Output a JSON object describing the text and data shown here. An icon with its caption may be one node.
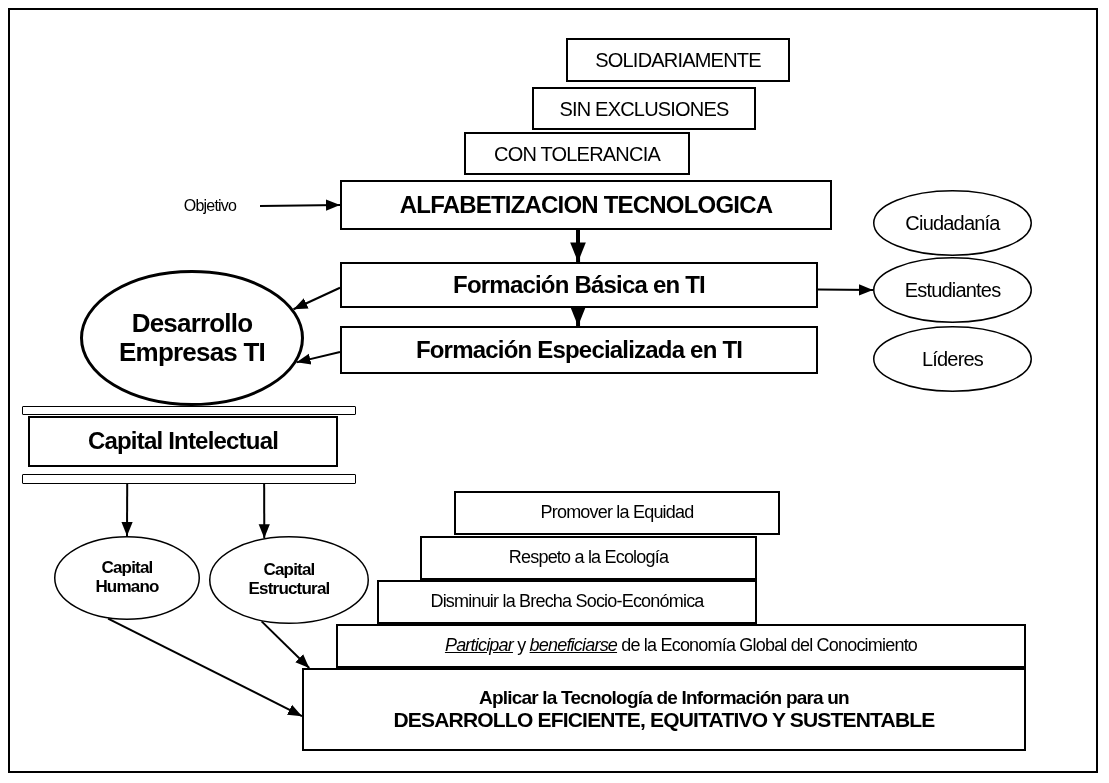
{
  "diagram": {
    "nodes": [
      {
        "text": [
          "SOLIDARIAMENTE"
        ]
      },
      {
        "text": [
          "SIN EXCLUSIONES"
        ]
      },
      {
        "text": [
          "CON TOLERANCIA"
        ]
      },
      {
        "text": [
          "Objetivo"
        ]
      },
      {
        "text": [
          "ALFABETIZACION TECNOLOGICA"
        ]
      },
      {
        "text": [
          "Formación Básica en TI"
        ]
      },
      {
        "text": [
          "Formación Especializada en TI"
        ]
      },
      {
        "text": [
          "Desarrollo Empresas TI"
        ]
      },
      {
        "text": [
          "Ciudadanía"
        ]
      },
      {
        "text": [
          "Estudiantes"
        ]
      },
      {
        "text": [
          "Líderes"
        ]
      },
      {
        "text": [],
        "shape": "bar"
      },
      {
        "text": [
          "Capital Intelectual"
        ]
      },
      {
        "text": [],
        "shape": "bar"
      },
      {
        "text": [
          "Capital Humano"
        ]
      },
      {
        "text": [
          "Capital Estructural"
        ]
      },
      {
        "text": [
          "Promover la Equidad"
        ]
      },
      {
        "text": [
          "Respeto a la Ecología"
        ]
      },
      {
        "text": [
          "Disminuir la Brecha Socio-Económica"
        ]
      },
      {
        "text": [
          "*Participar*  y *beneficiarse* de la Economía Global del Conocimiento"
        ]
      },
      {
        "text": [
          "Aplicar la Tecnología de Información para un",
          "DESARROLLO EFICIENTE, EQUITATIVO Y SUSTENTABLE"
        ]
      }
    ],
    "edges": [
      {
        "from": 3,
        "to": 4,
        "arrow": "to"
      },
      {
        "from": 4,
        "to": 5,
        "arrow": "to",
        "style": "thick"
      },
      {
        "from": 5,
        "to": 6,
        "arrow": "to",
        "style": "thick"
      },
      {
        "from": 5,
        "to": 7,
        "arrow": "to"
      },
      {
        "from": 6,
        "to": 7,
        "arrow": "to"
      },
      {
        "from": 5,
        "to": 9,
        "arrow": "to"
      },
      {
        "from": 13,
        "to": 14,
        "arrow": "to"
      },
      {
        "from": 13,
        "to": 15,
        "arrow": "to"
      },
      {
        "from": 14,
        "to": 20,
        "arrow": "to"
      },
      {
        "from": 15,
        "to": 20,
        "arrow": "to"
      }
    ]
  }
}
